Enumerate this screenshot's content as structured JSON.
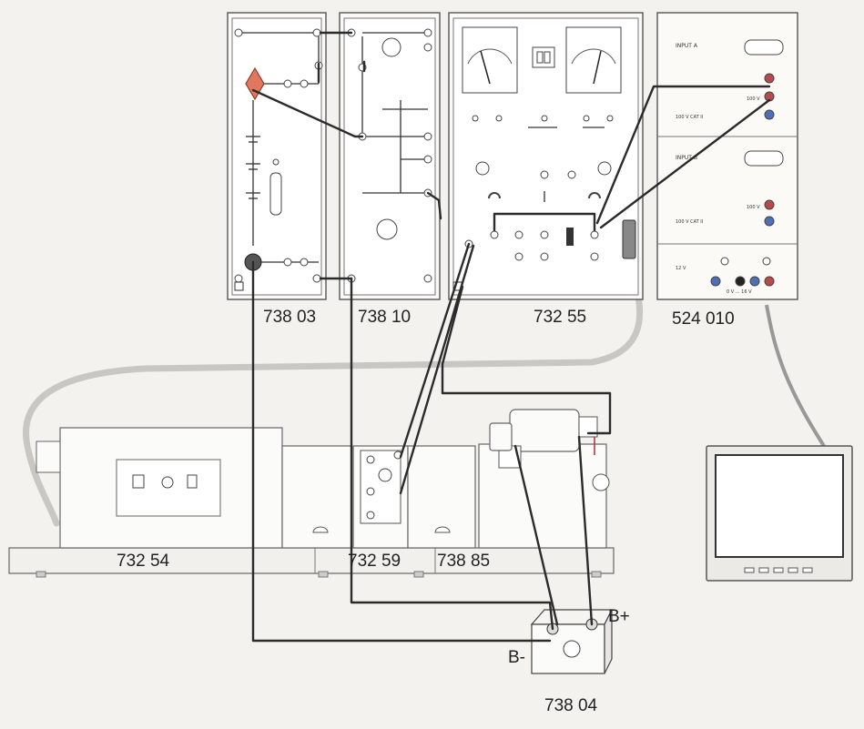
{
  "labels": {
    "panel_738_03": "738 03",
    "panel_738_10": "738 10",
    "panel_732_55": "732 55",
    "panel_524_010": "524 010",
    "machine_732_54": "732 54",
    "machine_732_59": "732 59",
    "machine_738_85": "738 85",
    "battery": "738 04",
    "terminal_plus": "B+",
    "terminal_minus": "B-"
  },
  "interface": {
    "input_a": "INPUT A",
    "input_b": "INPUT B",
    "cat_a": "100 V CAT II",
    "cat_b": "100 V CAT II",
    "range_a": "100 V",
    "range_b": "100 V",
    "supply_12v": "12 V",
    "supply_range": "0 V ... 16 V"
  }
}
